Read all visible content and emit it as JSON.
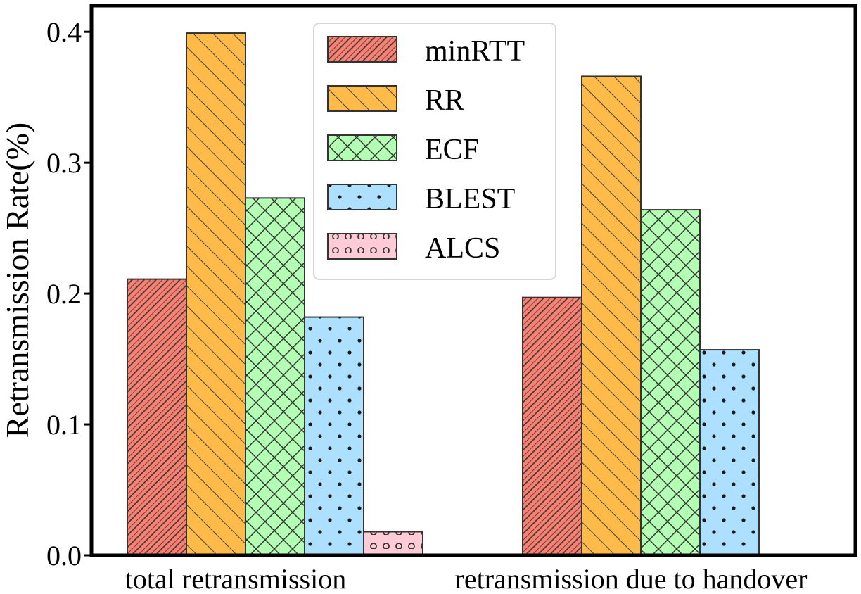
{
  "chart_data": {
    "type": "bar",
    "title": "",
    "xlabel": "",
    "ylabel": "Retransmission Rate(%)",
    "ylim": [
      0,
      0.42
    ],
    "yticks": [
      "0.0",
      "0.1",
      "0.2",
      "0.3",
      "0.4"
    ],
    "ytick_values": [
      0,
      0.1,
      0.2,
      0.3,
      0.4
    ],
    "categories": [
      "total retransmission",
      "retransmission due to handover"
    ],
    "legend_position": "top-center",
    "grid": false,
    "series": [
      {
        "name": "minRTT",
        "values": [
          0.211,
          0.197
        ],
        "color": "#fa8072",
        "hatch": "dense-forward-diagonal"
      },
      {
        "name": "RR",
        "values": [
          0.399,
          0.366
        ],
        "color": "#ffbb4a",
        "hatch": "back-diagonal"
      },
      {
        "name": "ECF",
        "values": [
          0.273,
          0.264
        ],
        "color": "#b3ffb3",
        "hatch": "crosshatch"
      },
      {
        "name": "BLEST",
        "values": [
          0.182,
          0.157
        ],
        "color": "#addfff",
        "hatch": "dots"
      },
      {
        "name": "ALCS",
        "values": [
          0.018,
          null
        ],
        "color": "#ffcbd6",
        "hatch": "circles"
      }
    ]
  }
}
